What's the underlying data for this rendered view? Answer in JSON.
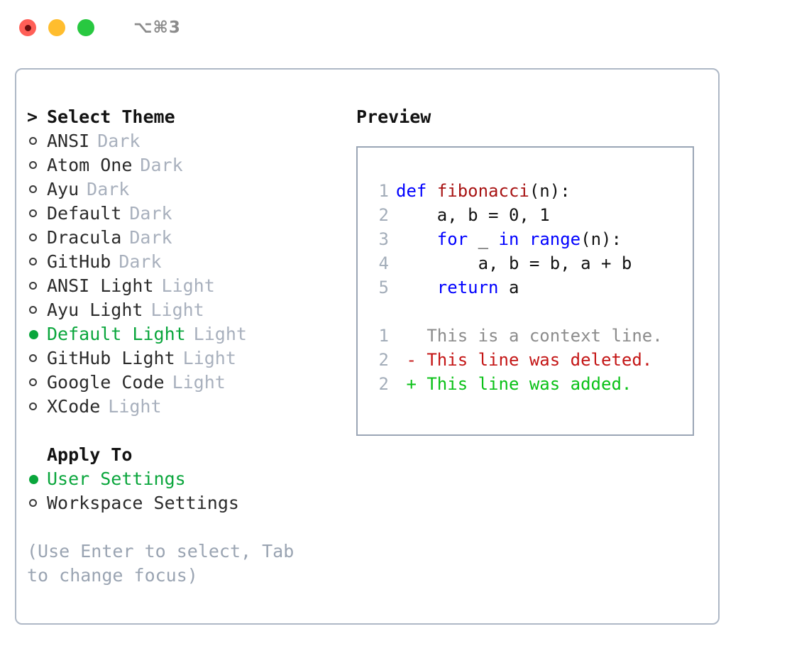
{
  "titlebar": {
    "shortcut": "⌥⌘3",
    "lights": [
      {
        "name": "close",
        "color": "#ff5f57"
      },
      {
        "name": "minimize",
        "color": "#ffbd2e"
      },
      {
        "name": "zoom",
        "color": "#28c840"
      }
    ]
  },
  "theme_picker": {
    "header": "Select Theme",
    "caret": ">",
    "bullet_empty": "○",
    "bullet_filled": "●",
    "items": [
      {
        "label": "ANSI",
        "tag": "Dark",
        "selected": false
      },
      {
        "label": "Atom One",
        "tag": "Dark",
        "selected": false
      },
      {
        "label": "Ayu",
        "tag": "Dark",
        "selected": false
      },
      {
        "label": "Default",
        "tag": "Dark",
        "selected": false
      },
      {
        "label": "Dracula",
        "tag": "Dark",
        "selected": false
      },
      {
        "label": "GitHub",
        "tag": "Dark",
        "selected": false
      },
      {
        "label": "ANSI Light",
        "tag": "Light",
        "selected": false
      },
      {
        "label": "Ayu Light",
        "tag": "Light",
        "selected": false
      },
      {
        "label": "Default Light",
        "tag": "Light",
        "selected": true
      },
      {
        "label": "GitHub Light",
        "tag": "Light",
        "selected": false
      },
      {
        "label": "Google Code",
        "tag": "Light",
        "selected": false
      },
      {
        "label": "XCode",
        "tag": "Light",
        "selected": false
      }
    ]
  },
  "apply_to": {
    "header": "Apply To",
    "items": [
      {
        "label": "User Settings",
        "selected": true
      },
      {
        "label": "Workspace Settings",
        "selected": false
      }
    ]
  },
  "hint": "(Use Enter to select, Tab to change focus)",
  "preview": {
    "title": "Preview",
    "code_lines": [
      {
        "number": "1",
        "tokens": [
          {
            "t": "def",
            "c": "kw"
          },
          {
            "t": " ",
            "c": "plain"
          },
          {
            "t": "fibonacci",
            "c": "fn"
          },
          {
            "t": "(n):",
            "c": "plain"
          }
        ]
      },
      {
        "number": "2",
        "tokens": [
          {
            "t": "    a, b = 0, 1",
            "c": "plain"
          }
        ]
      },
      {
        "number": "3",
        "tokens": [
          {
            "t": "    ",
            "c": "plain"
          },
          {
            "t": "for",
            "c": "kw"
          },
          {
            "t": " _ ",
            "c": "plain"
          },
          {
            "t": "in",
            "c": "kw"
          },
          {
            "t": " ",
            "c": "plain"
          },
          {
            "t": "range",
            "c": "kw"
          },
          {
            "t": "(n):",
            "c": "plain"
          }
        ]
      },
      {
        "number": "4",
        "tokens": [
          {
            "t": "        a, b = b, a + b",
            "c": "plain"
          }
        ]
      },
      {
        "number": "5",
        "tokens": [
          {
            "t": "    ",
            "c": "plain"
          },
          {
            "t": "return",
            "c": "kw"
          },
          {
            "t": " a",
            "c": "plain"
          }
        ]
      }
    ],
    "diff_lines": [
      {
        "number": "1",
        "marker": " ",
        "text": " This is a context line.",
        "kind": "ctx"
      },
      {
        "number": "2",
        "marker": "-",
        "text": " This line was deleted.",
        "kind": "del"
      },
      {
        "number": "2",
        "marker": "+",
        "text": " This line was added.",
        "kind": "add"
      }
    ]
  },
  "colors": {
    "accent_green": "#0aa63c",
    "diff_add": "#0ac117",
    "diff_del": "#c41616",
    "keyword_blue": "#0000ff",
    "function_red": "#a81414",
    "muted": "#a8b0bd",
    "border": "#aeb8c6"
  }
}
